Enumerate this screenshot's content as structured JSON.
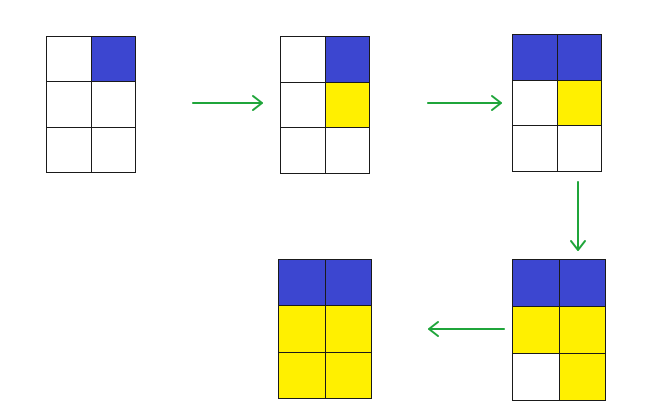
{
  "colors": {
    "empty": "#ffffff",
    "blue": "#3c46d0",
    "yellow": "#fff000",
    "arrow": "#1fa53a",
    "line": "#1a1a1a"
  },
  "steps": [
    {
      "step": 1,
      "cells": [
        "empty",
        "blue",
        "empty",
        "empty",
        "empty",
        "empty"
      ]
    },
    {
      "step": 2,
      "cells": [
        "empty",
        "blue",
        "empty",
        "yellow",
        "empty",
        "empty"
      ]
    },
    {
      "step": 3,
      "cells": [
        "blue",
        "blue",
        "empty",
        "yellow",
        "empty",
        "empty"
      ]
    },
    {
      "step": 4,
      "cells": [
        "blue",
        "blue",
        "yellow",
        "yellow",
        "empty",
        "yellow"
      ]
    },
    {
      "step": 5,
      "cells": [
        "blue",
        "blue",
        "yellow",
        "yellow",
        "yellow",
        "yellow"
      ]
    }
  ],
  "transitions": [
    {
      "from": 1,
      "to": 2,
      "direction": "right"
    },
    {
      "from": 2,
      "to": 3,
      "direction": "right"
    },
    {
      "from": 3,
      "to": 4,
      "direction": "down"
    },
    {
      "from": 4,
      "to": 5,
      "direction": "left"
    }
  ]
}
